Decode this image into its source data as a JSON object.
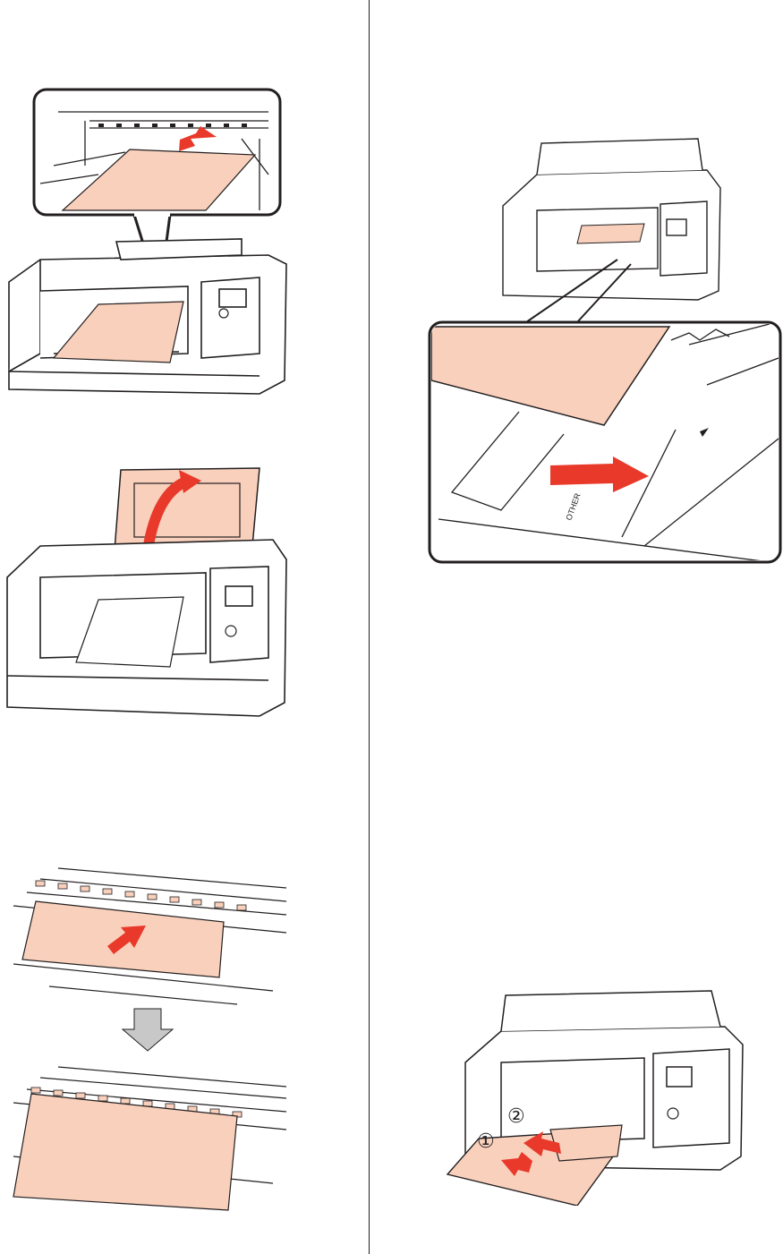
{
  "figures": {
    "fig4": {
      "label_other": "OTHER",
      "colors": {
        "paper": "#f8d0bc",
        "arrow": "#e8392a",
        "line": "#231f20"
      }
    },
    "fig6": {
      "step1": "①",
      "step2": "②"
    }
  },
  "colors": {
    "paper": "#f8d0bc",
    "arrow": "#e8392a",
    "grey_arrow": "#c8c8c8"
  }
}
